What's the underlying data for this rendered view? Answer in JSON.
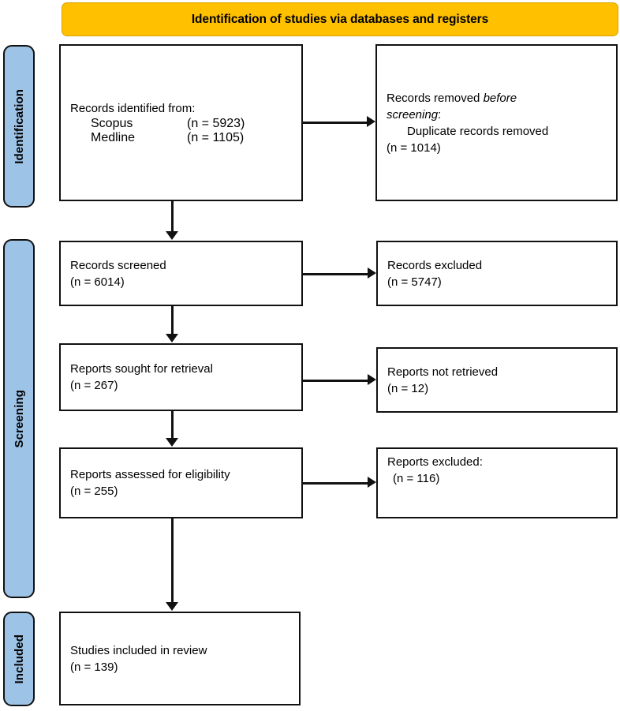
{
  "banner": {
    "title": "Identification of studies via databases and registers",
    "color": "#FFC000"
  },
  "stages": {
    "color": "#9DC3E6",
    "identification": "Identification",
    "screening": "Screening",
    "included": "Included"
  },
  "boxes": {
    "identified": {
      "heading": "Records identified from:",
      "sources": [
        {
          "name": "Scopus",
          "count": "(n = 5923)"
        },
        {
          "name": "Medline",
          "count": "(n = 1105)"
        }
      ]
    },
    "removed": {
      "line1_prefix": "Records removed ",
      "line1_italic": "before",
      "line2_italic": "screening",
      "line2_suffix": ":",
      "line3": "Duplicate records removed",
      "line4": "(n = 1014)"
    },
    "screened": {
      "line1": "Records screened",
      "line2": "(n = 6014)"
    },
    "excluded": {
      "line1": "Records excluded",
      "line2": "(n = 5747)"
    },
    "sought": {
      "line1": "Reports sought for retrieval",
      "line2": "(n = 267)"
    },
    "not_retrieved": {
      "line1": "Reports not retrieved",
      "line2": "(n = 12)"
    },
    "assessed": {
      "line1": "Reports assessed for eligibility",
      "line2": "(n = 255)"
    },
    "reports_excluded": {
      "line1": "Reports excluded:",
      "line2": "(n = 116)"
    },
    "included": {
      "line1": "Studies included in review",
      "line2": "(n = 139)"
    }
  }
}
